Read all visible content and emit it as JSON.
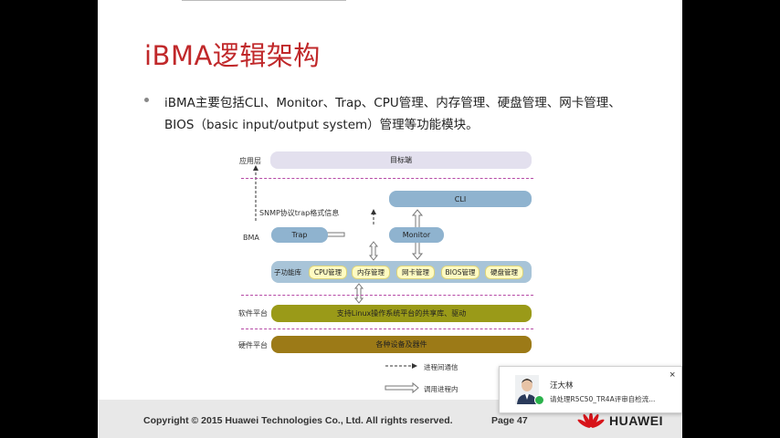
{
  "slide": {
    "title": "iBMA逻辑架构",
    "body_line1": "iBMA主要包括CLI、Monitor、Trap、CPU管理、内存管理、硬盘管理、网卡管理、",
    "body_line2": "BIOS（basic input/output system）管理等功能模块。"
  },
  "diagram": {
    "layers": {
      "app": "应用层",
      "bma": "BMA",
      "software": "软件平台",
      "hardware": "硬件平台"
    },
    "target": "目标端",
    "cli": "CLI",
    "snmp": "SNMP协议trap格式信息",
    "trap": "Trap",
    "monitor": "Monitor",
    "submodules_label": "子功能库",
    "modules": [
      "CPU管理",
      "内存管理",
      "网卡管理",
      "BIOS管理",
      "硬盘管理"
    ],
    "software_box": "支持Linux操作系统平台的共享库、驱动",
    "hardware_box": "各种设备及器件",
    "legend_ipc": "进程间通信",
    "legend_call": "调用进程内"
  },
  "footer": {
    "copyright": "Copyright © 2015 Huawei Technologies Co., Ltd. All rights reserved.",
    "page": "Page 47",
    "logo": "HUAWEI"
  },
  "notification": {
    "name": "汪大林",
    "message": "请处理R5C50_TR4A评审自检流...",
    "close": "×"
  },
  "colors": {
    "title_red": "#c0282a",
    "box_blue": "#8fb3cf",
    "software_olive": "#9a9a18",
    "hardware_brown": "#9c7a17",
    "target_lavender": "#e3e0ee"
  }
}
